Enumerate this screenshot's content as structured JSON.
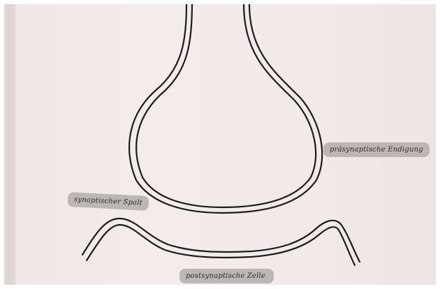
{
  "labels": {
    "presynaptic": "präsynaptische Endigung",
    "cleft": "synaptischer Spalt",
    "postsynaptic": "postsynaptische Zelle"
  }
}
